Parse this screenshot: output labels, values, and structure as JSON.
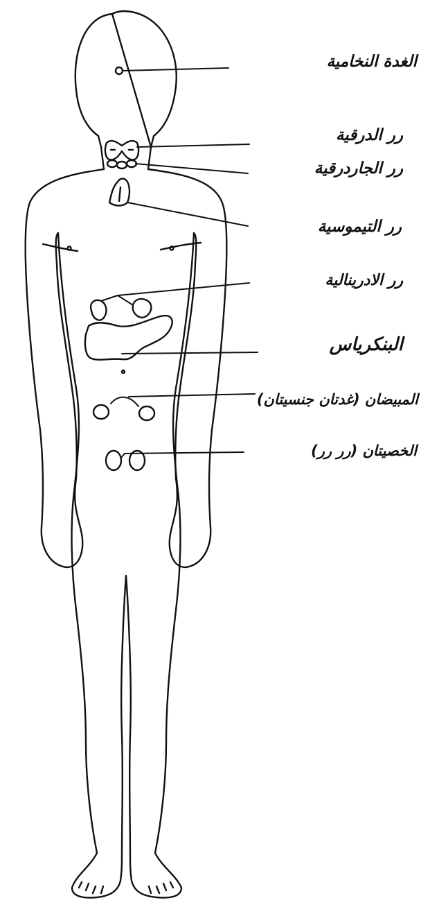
{
  "diagram": {
    "ink_color": "#111111",
    "paper_color": "#ffffff",
    "labels": {
      "pituitary": "الغدة النخامية",
      "thyroid": "ﺭﺭ الدرقية",
      "parathyroid": "ﺭﺭ الجاردرقية",
      "thymus": "ﺭﺭ التيموسية",
      "adrenal": "ﺭﺭ الادرينالية",
      "pancreas": "البنكرياس",
      "ovaries": "المبيضان (غدتان جنسيتان)",
      "testes": "الخصيتان (ﺭﺭ ﺭﺭ)"
    }
  }
}
